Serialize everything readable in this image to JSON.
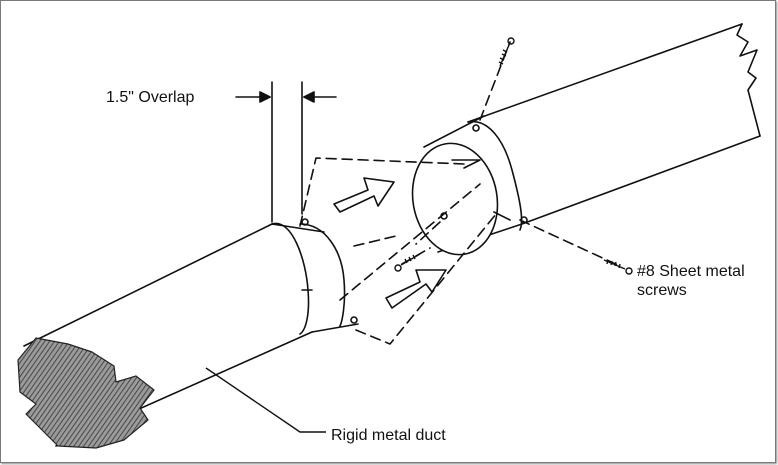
{
  "labels": {
    "overlap": "1.5\" Overlap",
    "screws_line1": "#8 Sheet metal",
    "screws_line2": "screws",
    "duct": "Rigid metal duct"
  }
}
